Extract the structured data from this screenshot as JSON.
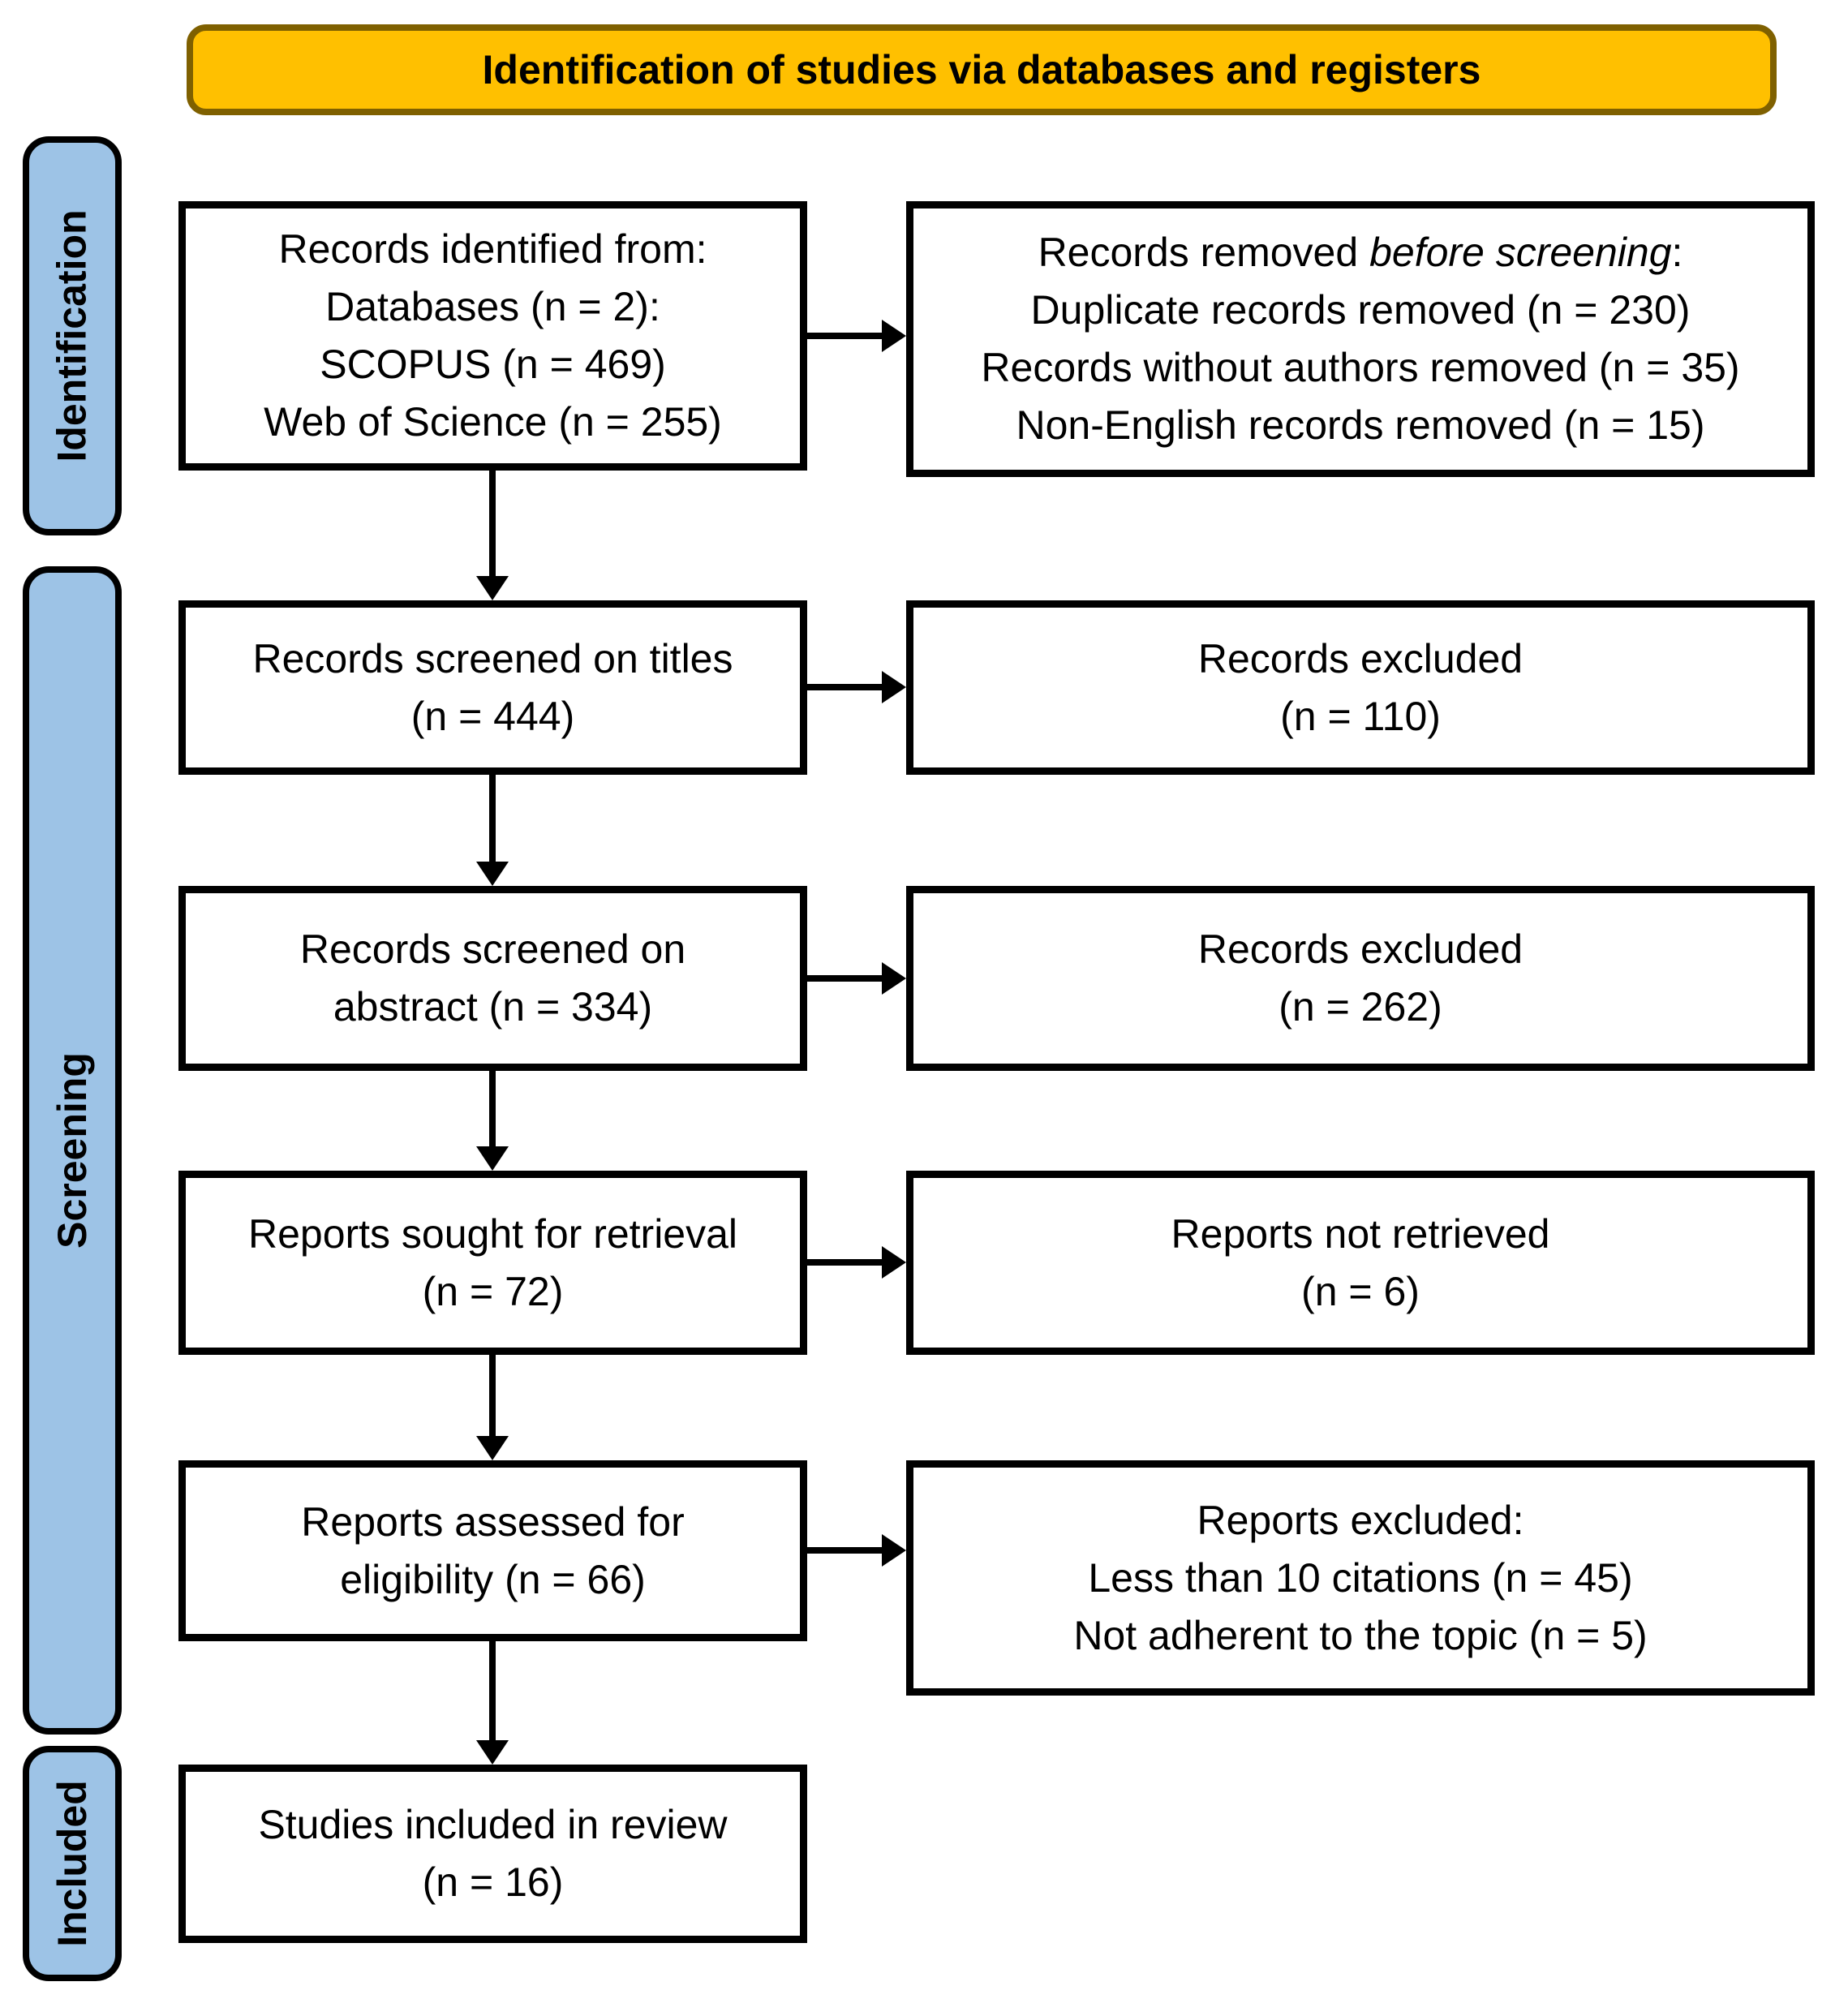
{
  "banner": {
    "title": "Identification of studies via databases and registers"
  },
  "sidebar": {
    "stages": [
      {
        "label": "Identification"
      },
      {
        "label": "Screening"
      },
      {
        "label": "Included"
      }
    ]
  },
  "colors": {
    "banner_fill": "#FFC000",
    "banner_border": "#7F6000",
    "stage_fill": "#9DC3E6",
    "box_border": "#000000",
    "box_fill": "#FFFFFF"
  },
  "flow": {
    "left": [
      {
        "lines": [
          "Records identified from:",
          "Databases (n = 2):",
          "SCOPUS (n = 469)",
          "Web of Science (n = 255)"
        ]
      },
      {
        "lines": [
          "Records screened on titles",
          "(n = 444)"
        ]
      },
      {
        "lines": [
          "Records screened on",
          "abstract (n = 334)"
        ]
      },
      {
        "lines": [
          "Reports sought for retrieval",
          "(n = 72)"
        ]
      },
      {
        "lines": [
          "Reports assessed for",
          "eligibility (n = 66)"
        ]
      },
      {
        "lines": [
          "Studies included in review",
          "(n = 16)"
        ]
      }
    ],
    "right": [
      {
        "title_prefix": "Records removed ",
        "title_italic": "before screening",
        "title_suffix": ":",
        "lines": [
          "Duplicate records removed  (n = 230)",
          "Records without authors removed (n = 35)",
          "Non-English records removed (n = 15)"
        ]
      },
      {
        "lines": [
          "Records excluded",
          "(n = 110)"
        ]
      },
      {
        "lines": [
          "Records excluded",
          "(n = 262)"
        ]
      },
      {
        "lines": [
          "Reports not retrieved",
          "(n = 6)"
        ]
      },
      {
        "lines": [
          "Reports excluded:",
          "Less than 10 citations (n = 45)",
          "Not adherent to the topic (n = 5)"
        ]
      }
    ]
  }
}
